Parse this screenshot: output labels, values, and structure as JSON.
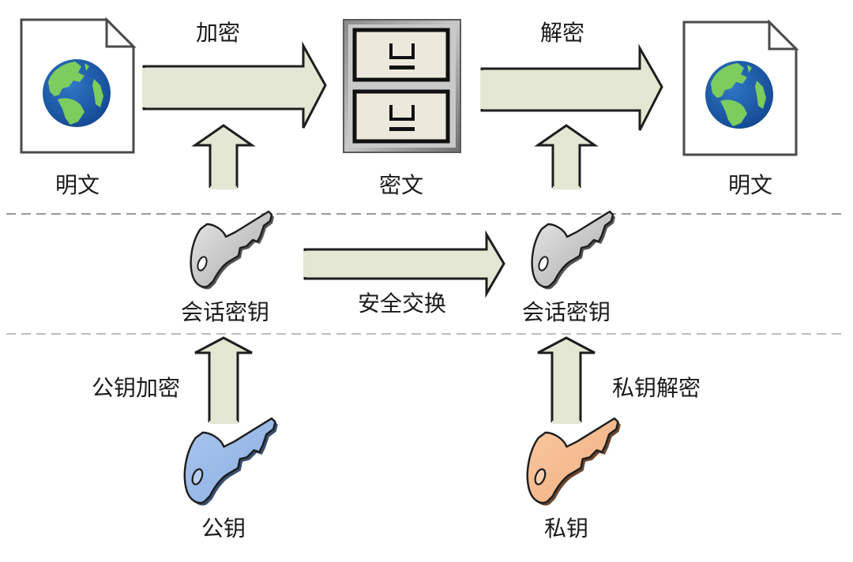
{
  "diagram": {
    "title": "",
    "nodes": {
      "plaintext_left": {
        "label": "明文",
        "icon": "document-globe-icon"
      },
      "ciphertext": {
        "label": "密文",
        "icon": "file-cabinet-icon"
      },
      "plaintext_right": {
        "label": "明文",
        "icon": "document-globe-icon"
      },
      "session_key_left": {
        "label": "会话密钥",
        "icon": "key-icon",
        "color": "#c8c8c8"
      },
      "session_key_right": {
        "label": "会话密钥",
        "icon": "key-icon",
        "color": "#c8c8c8"
      },
      "public_key": {
        "label": "公钥",
        "icon": "key-icon",
        "color": "#9dbbe8"
      },
      "private_key": {
        "label": "私钥",
        "icon": "key-icon",
        "color": "#f5b98e"
      }
    },
    "edges": {
      "encrypt": {
        "label": "加密",
        "from": "plaintext_left",
        "to": "ciphertext"
      },
      "decrypt": {
        "label": "解密",
        "from": "ciphertext",
        "to": "plaintext_right"
      },
      "secure_exchange": {
        "label": "安全交换",
        "from": "session_key_left",
        "to": "session_key_right"
      },
      "public_key_encrypt": {
        "label": "公钥加密",
        "from": "public_key",
        "to": "session_key_left"
      },
      "private_key_decrypt": {
        "label": "私钥解密",
        "from": "private_key",
        "to": "session_key_right"
      },
      "session_to_encrypt": {
        "label": "",
        "from": "session_key_left",
        "to": "encrypt"
      },
      "session_to_decrypt": {
        "label": "",
        "from": "session_key_right",
        "to": "decrypt"
      }
    },
    "colors": {
      "arrow_fill": "#e3e7d3",
      "arrow_stroke": "#1e1e1e",
      "dash_line": "#9a9a9a",
      "globe_ocean": "#1f5fb0",
      "globe_land": "#78c95b",
      "cabinet_drawer": "#ece9dc"
    }
  }
}
